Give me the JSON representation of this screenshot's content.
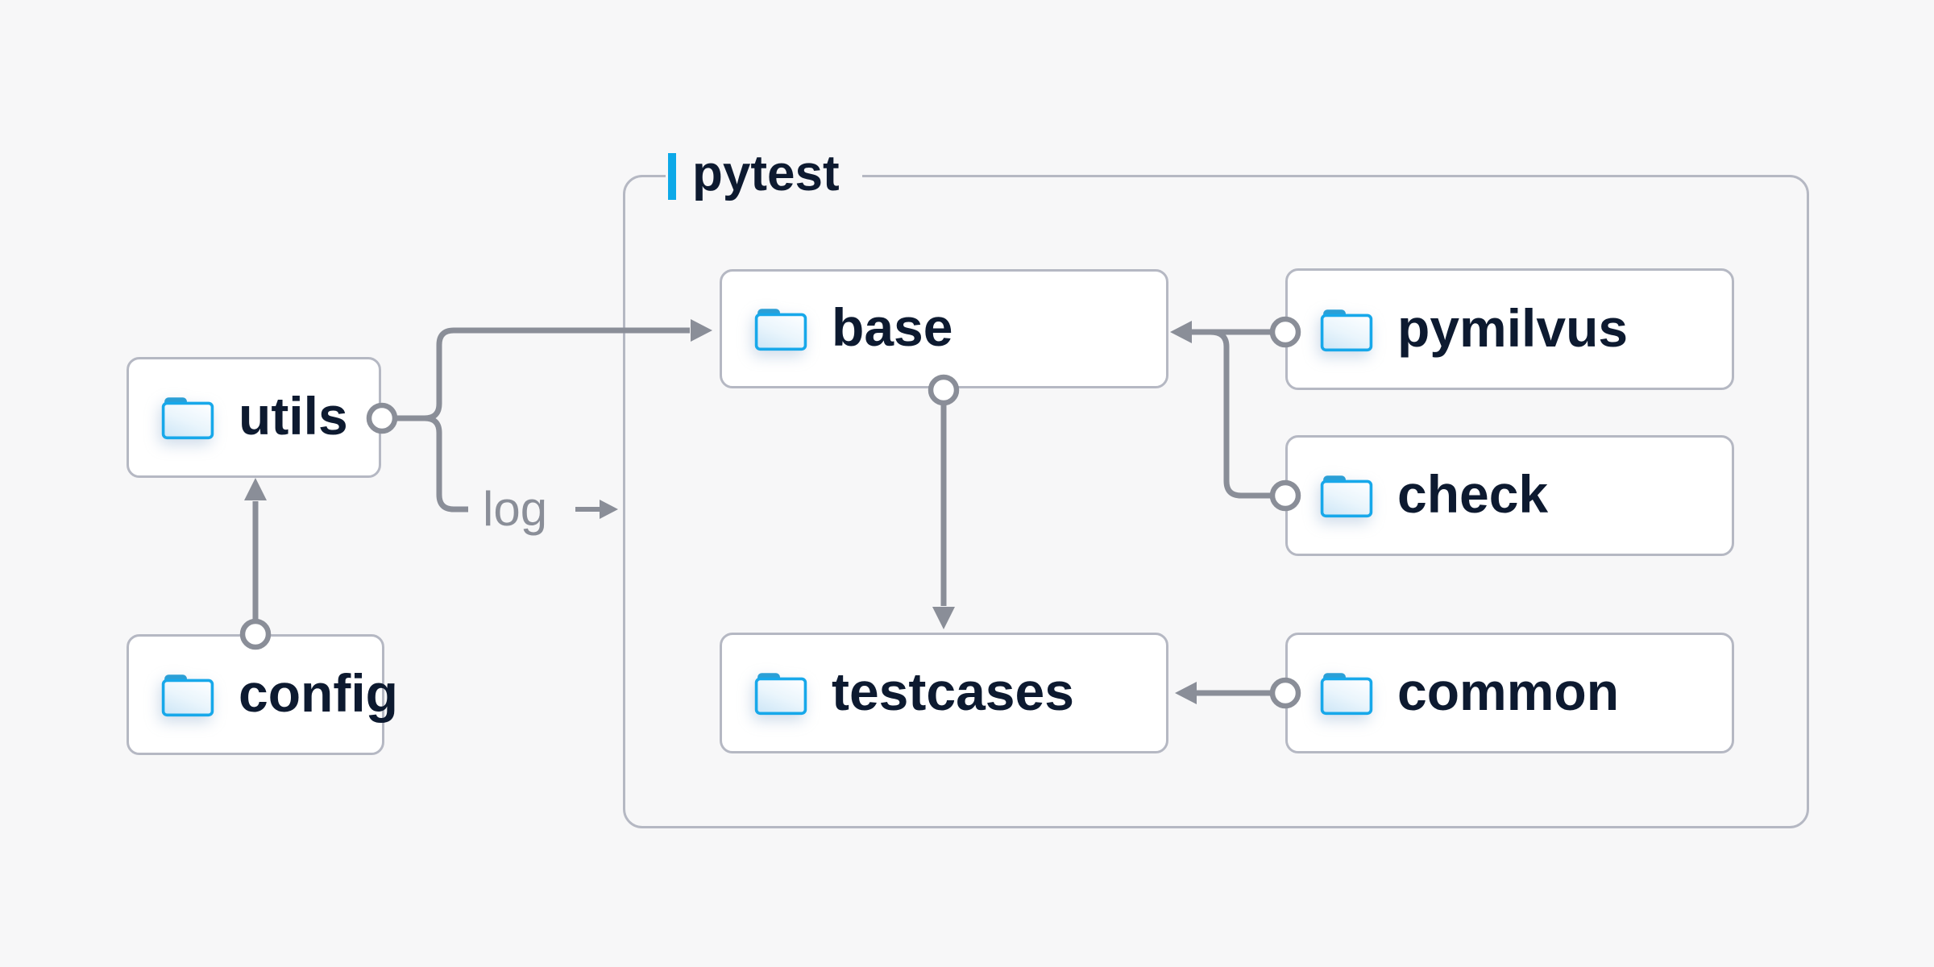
{
  "group": {
    "label": "pytest",
    "accent_color": "#0da9e8"
  },
  "nodes": {
    "utils": {
      "label": "utils"
    },
    "config": {
      "label": "config"
    },
    "base": {
      "label": "base"
    },
    "pymilvus": {
      "label": "pymilvus"
    },
    "check": {
      "label": "check"
    },
    "testcases": {
      "label": "testcases"
    },
    "common": {
      "label": "common"
    }
  },
  "edge_labels": {
    "log": "log"
  },
  "edges": [
    {
      "from": "config",
      "to": "utils"
    },
    {
      "from": "utils",
      "to": "base"
    },
    {
      "from": "utils",
      "to": "log"
    },
    {
      "from": "pymilvus",
      "to": "base"
    },
    {
      "from": "check",
      "to": "base"
    },
    {
      "from": "base",
      "to": "testcases"
    },
    {
      "from": "common",
      "to": "testcases"
    }
  ],
  "colors": {
    "background": "#f7f7f8",
    "node_fill": "#ffffff",
    "node_border": "#b5b8c3",
    "node_text": "#0d1a30",
    "line_gray": "#8a8e98",
    "accent_blue": "#0da9e8",
    "folder_border_blue": "#17a8ea",
    "folder_tab_blue": "#2b9fd6"
  }
}
